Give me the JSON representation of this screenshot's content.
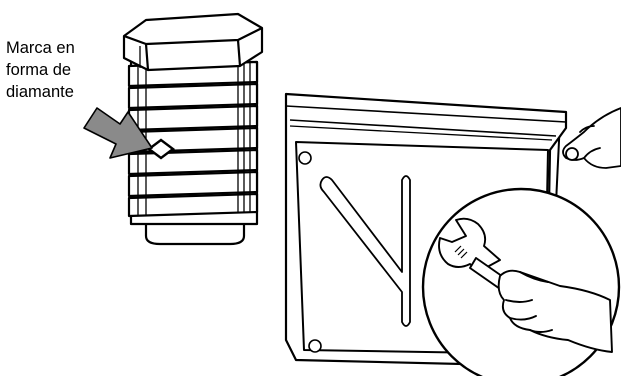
{
  "callout": {
    "line1": "Marca en",
    "line2": "forma de",
    "line3": "diamante"
  },
  "colors": {
    "ink": "#000000",
    "paper": "#ffffff",
    "arrow_fill": "#8a8a8a"
  },
  "icons": [
    "leveling-leg-icon",
    "diamond-mark-icon",
    "pointer-arrow-icon",
    "washer-cabinet-icon",
    "hand-icon",
    "wrench-icon"
  ]
}
